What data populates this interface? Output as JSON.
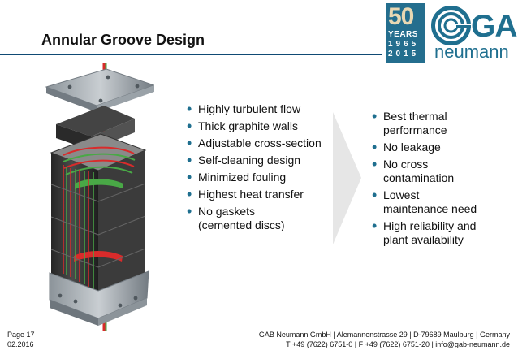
{
  "slide": {
    "title": "Annular Groove Design"
  },
  "logo": {
    "years_number": "50",
    "years_label": "YEARS",
    "year_one": "1965",
    "year_two": "2015",
    "brand": "GAB",
    "subbrand": "neumann"
  },
  "features": [
    {
      "line1": "Highly turbulent flow",
      "line2": ""
    },
    {
      "line1": "Thick graphite walls",
      "line2": ""
    },
    {
      "line1": "Adjustable cross-section",
      "line2": ""
    },
    {
      "line1": "Self-cleaning design",
      "line2": ""
    },
    {
      "line1": "Minimized fouling",
      "line2": ""
    },
    {
      "line1": "Highest heat transfer",
      "line2": ""
    },
    {
      "line1": "No gaskets",
      "line2": "(cemented discs)"
    }
  ],
  "benefits": [
    {
      "line1": "Best thermal",
      "line2": "performance"
    },
    {
      "line1": "No leakage",
      "line2": ""
    },
    {
      "line1": "No cross",
      "line2": "contamination"
    },
    {
      "line1": "Lowest",
      "line2": "maintenance need"
    },
    {
      "line1": "High reliability and",
      "line2": "plant availability"
    }
  ],
  "footer": {
    "page": "Page 17",
    "date": "02.2016",
    "company_line": "GAB Neumann GmbH | Alemannenstrasse 29 | D-79689 Maulburg | Germany",
    "contact_line": "T +49 (7622) 6751-0 | F +49 (7622) 6751-20 | info@gab-neumann.de"
  },
  "colors": {
    "brand_blue": "#1f6f8f",
    "years_blue": "#246e8e",
    "rule_blue": "#0f4a74",
    "graphite": "#3e3e3e",
    "red_flow": "#d92b2b",
    "green_flow": "#49a846",
    "arrow_gray": "#e6e6e6"
  },
  "icons": {
    "logo": "gab-circle-logo",
    "separator": "chevron-arrow"
  }
}
